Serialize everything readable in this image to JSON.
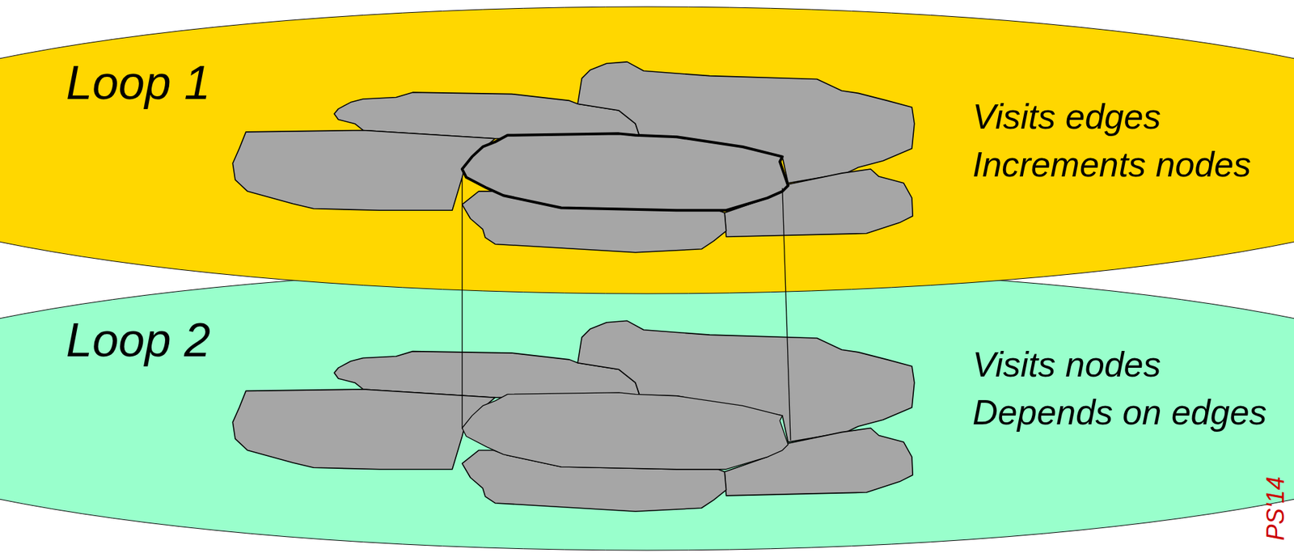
{
  "diagram": {
    "nodes": [
      {
        "text": [
          "Loop 1",
          "Visits edges",
          "Increments nodes"
        ]
      },
      {
        "text": [
          "Loop 2",
          "Visits nodes",
          "Depends on edges"
        ]
      }
    ],
    "labels": [
      "PS'14"
    ]
  }
}
